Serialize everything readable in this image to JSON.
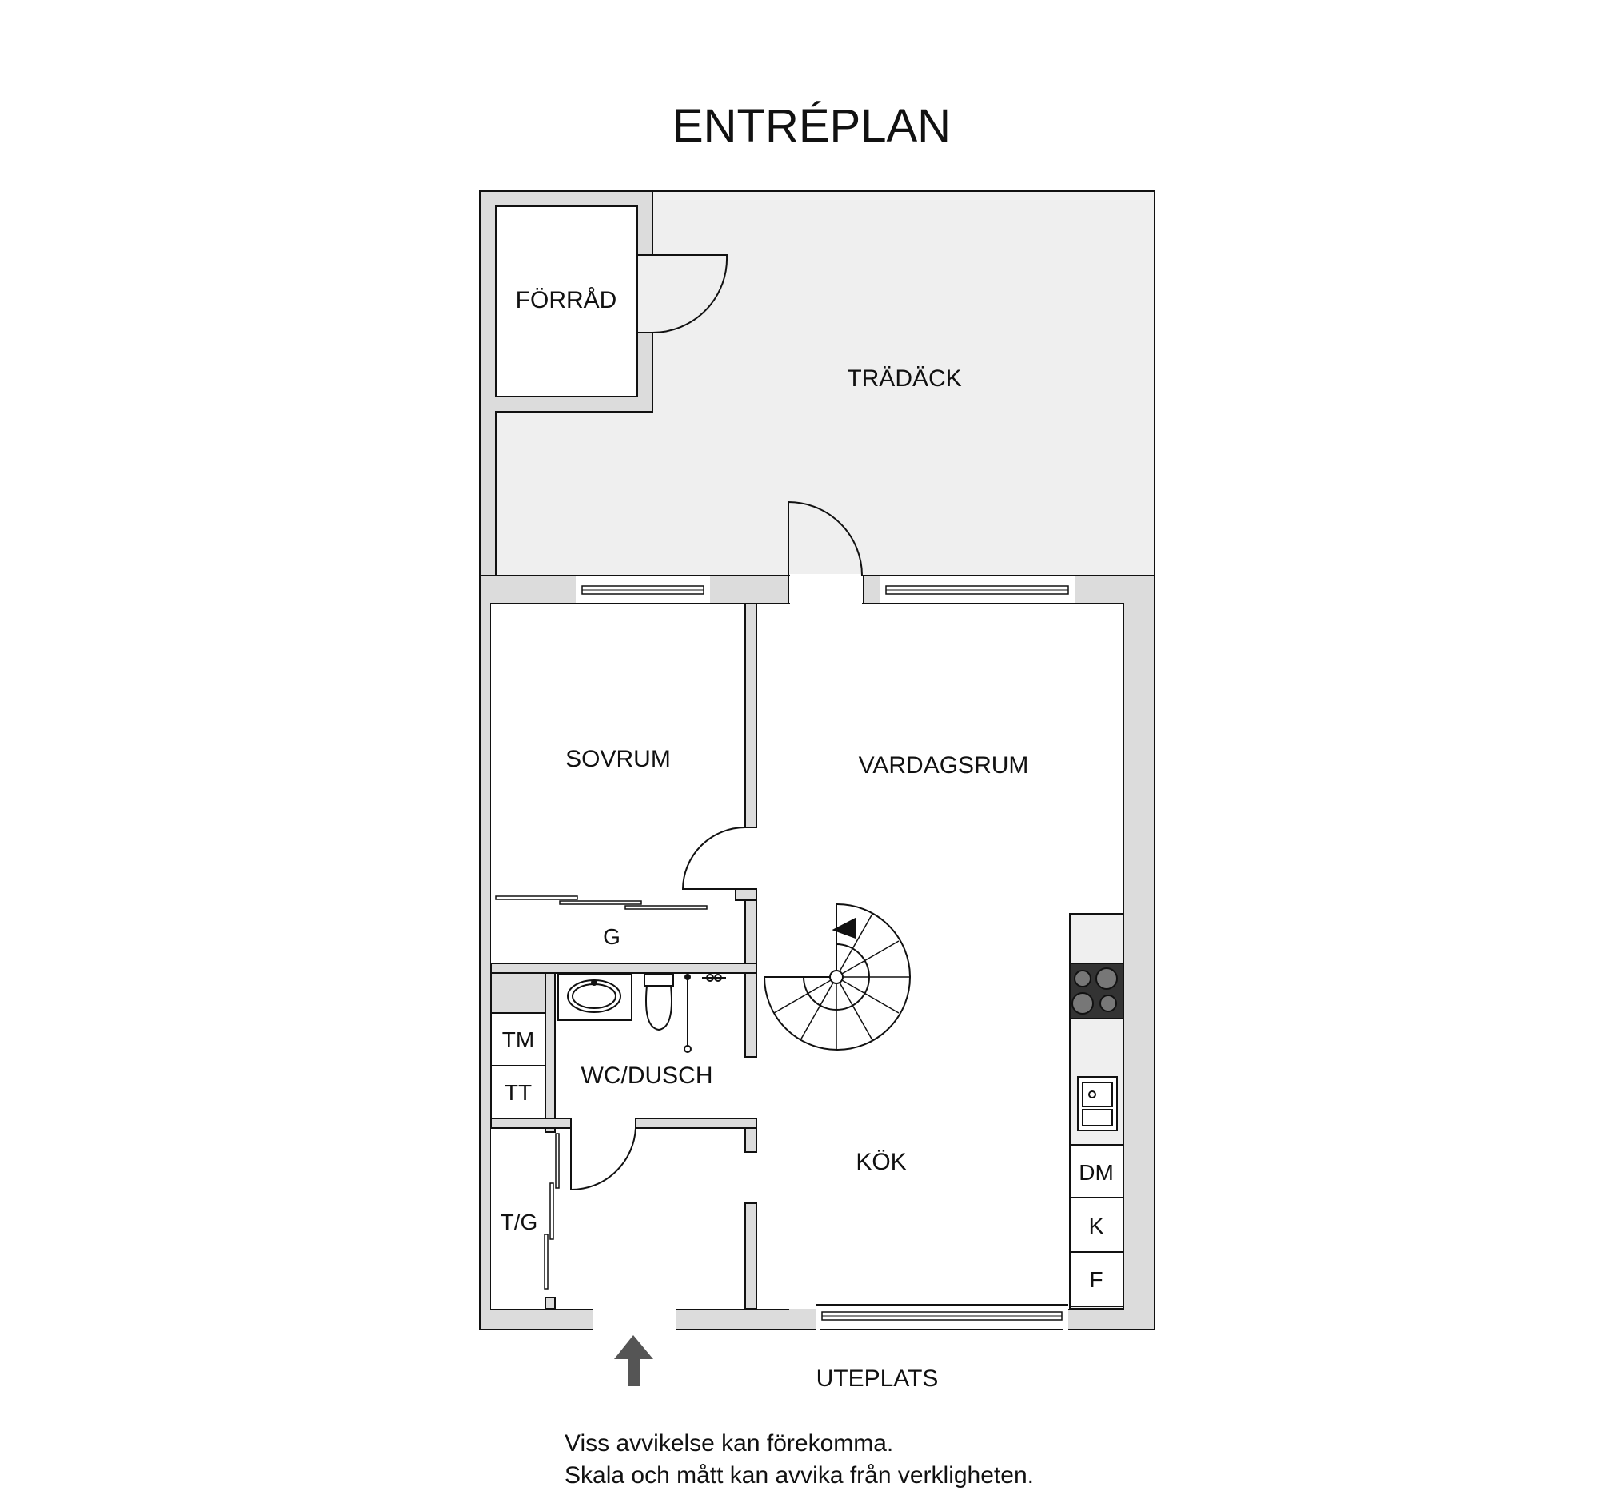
{
  "title": "ENTRÉPLAN",
  "rooms": {
    "forrad": "FÖRRÅD",
    "tradack": "TRÄDÄCK",
    "sovrum": "SOVRUM",
    "vardagsrum": "VARDAGSRUM",
    "garderob": "G",
    "wc_dusch": "WC/DUSCH",
    "kok": "KÖK",
    "tg": "T/G",
    "tm": "TM",
    "tt": "TT",
    "dm": "DM",
    "k": "K",
    "f": "F"
  },
  "outside": {
    "uteplats": "UTEPLATS"
  },
  "disclaimer": {
    "line1": "Viss avvikelse kan förekomma.",
    "line2": "Skala och mått kan avvika från verkligheten."
  },
  "colors": {
    "wall": "#dcdcdc",
    "deck": "#efefef",
    "line": "#111111",
    "arrow": "#555555"
  }
}
